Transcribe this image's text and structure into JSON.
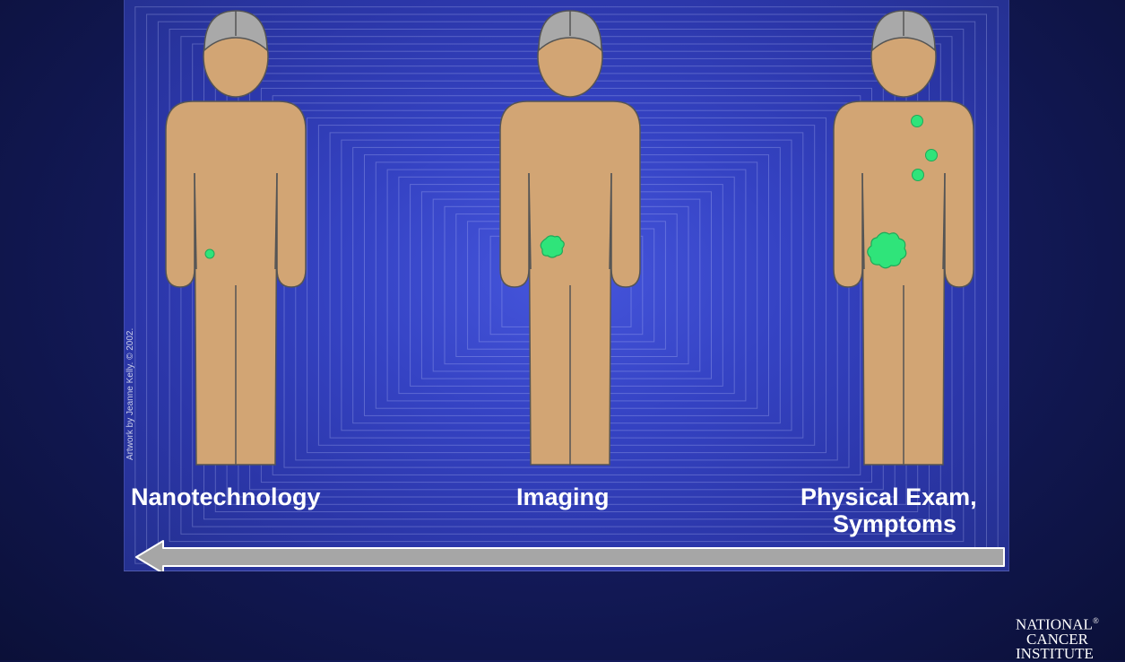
{
  "diagram": {
    "stages": [
      {
        "label": "Nanotechnology"
      },
      {
        "label": "Imaging"
      },
      {
        "label_line1": "Physical Exam,",
        "label_line2": "Symptoms"
      }
    ],
    "arrow_direction": "right-to-left",
    "credit": "Artwork by Jeanne Kelly. © 2002."
  },
  "logo": {
    "line1": "NATIONAL",
    "line2": "CANCER",
    "line3": "INSTITUTE",
    "mark": "®"
  },
  "colors": {
    "figure": "#d2a574",
    "hair": "#a9a9a9",
    "tumor": "#2fe47a",
    "arrow": "#a6a6a6"
  }
}
